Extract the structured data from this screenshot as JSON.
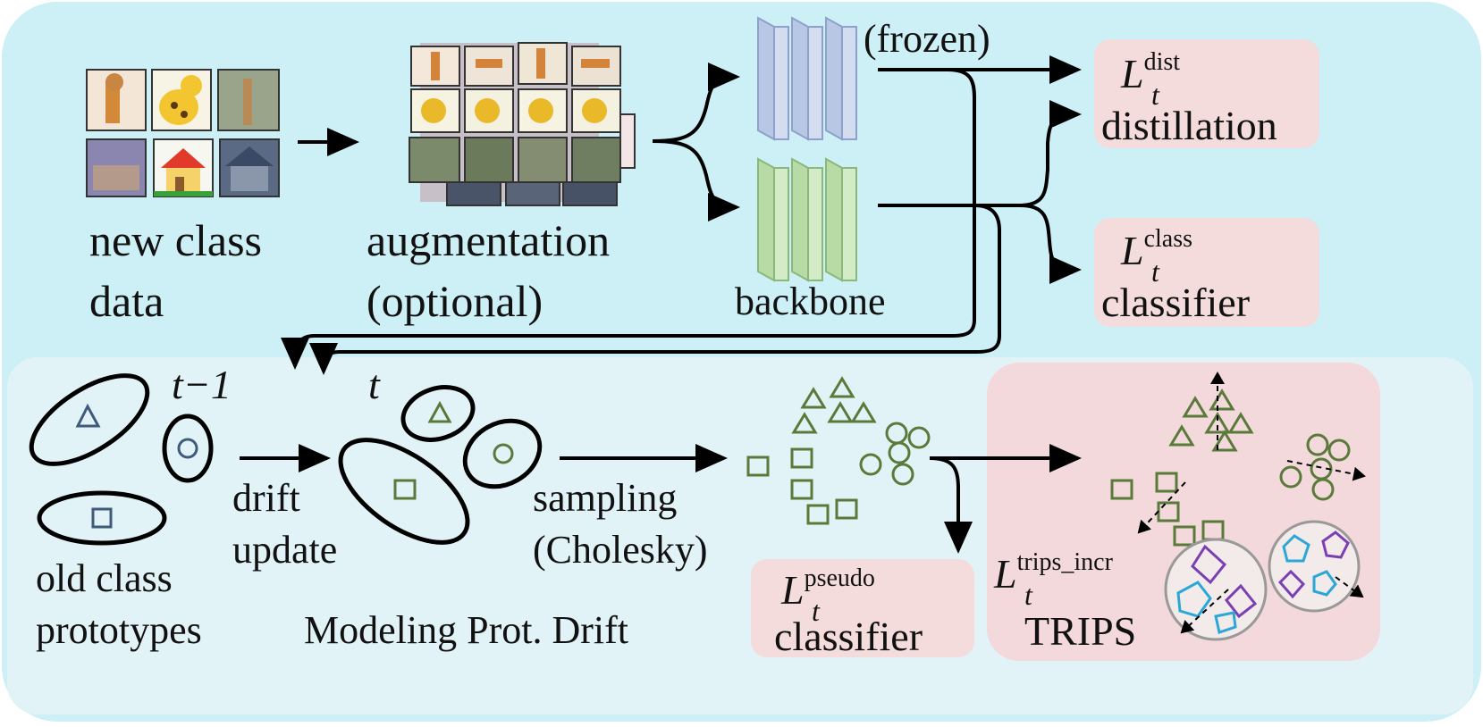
{
  "top": {
    "new_class_line1": "new class",
    "new_class_line2": "data",
    "augmentation_line1": "augmentation",
    "augmentation_line2": "(optional)",
    "frozen": "(frozen)",
    "backbone": "backbone"
  },
  "losses": {
    "dist": {
      "symbol": "L",
      "sub": "t",
      "sup": "dist",
      "name": "distillation"
    },
    "class": {
      "symbol": "L",
      "sub": "t",
      "sup": "class",
      "name": "classifier"
    },
    "pseudo": {
      "symbol": "L",
      "sub": "t",
      "sup": "pseudo",
      "name": "classifier"
    },
    "trips": {
      "symbol": "L",
      "sub": "t",
      "sup": "trips_incr",
      "name": "TRIPS"
    }
  },
  "bottom": {
    "t_minus_1": "t−1",
    "t": "t",
    "drift_line1": "drift",
    "drift_line2": "update",
    "old_line1": "old class",
    "old_line2": "prototypes",
    "modeling": "Modeling Prot. Drift",
    "sampling_line1": "sampling",
    "sampling_line2": "(Cholesky)"
  },
  "colors": {
    "outer_bg": "#cdf0f7",
    "bottom_bg": "#e2f3f8",
    "loss_box": "#f5dcdc",
    "trips_panel": "#f3d9db",
    "frozen_layer": "#c9d6ec",
    "trainable_layer": "#c9e3bb",
    "green_shape": "#5a7a3a",
    "blue_shape": "#3f5a7a",
    "purple": "#7b3fb3",
    "cyan": "#2aa7d8"
  },
  "icons": [
    "giraffe-thumbnail",
    "house-thumbnail",
    "augmentation-grid",
    "triangle-prototype",
    "circle-prototype",
    "square-prototype",
    "pentagon-sample",
    "diamond-sample"
  ]
}
